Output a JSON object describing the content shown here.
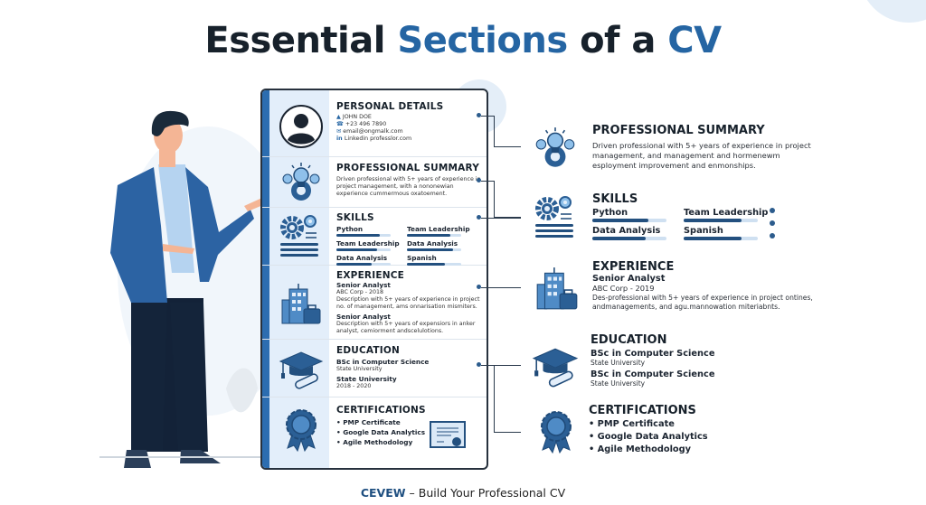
{
  "title": {
    "part1": "Essential ",
    "part2": "Sections",
    "part3": " of a ",
    "part4": "CV"
  },
  "colors": {
    "accent": "#2565a3",
    "dark": "#17212b",
    "navy": "#23507f",
    "light": "#e3eefa"
  },
  "card": {
    "personal": {
      "heading": "PERSONAL DETAILS",
      "name": "JOHN DOE",
      "phone": "+23 496 7890",
      "email": "email@ongmalk.com",
      "linkedin": "Linkedin professlor.com",
      "icon": "user-avatar-icon"
    },
    "summary": {
      "heading": "PROFESSIONAL SUMMARY",
      "text": "Driven professional with 5+ years of experience in project management, with a nononewian experience cummermous oxatoement.",
      "icon": "lightbulb-gear-icon"
    },
    "skills": {
      "heading": "SKILLS",
      "items": [
        {
          "label": "Python",
          "level": 0.8
        },
        {
          "label": "Team Leadership",
          "level": 0.8
        },
        {
          "label": "Team Leadership",
          "level": 0.75
        },
        {
          "label": "Data Analysis",
          "level": 0.85
        },
        {
          "label": "Data Analysis",
          "level": 0.65
        },
        {
          "label": "Spanish",
          "level": 0.7
        }
      ],
      "icon": "gears-icon"
    },
    "experience": {
      "heading": "EXPERIENCE",
      "jobs": [
        {
          "title": "Senior Analyst",
          "company": "ABC Corp - 2018",
          "desc": "Description with 5+ years of experience in project no. of management, ams onnarisation mismiters."
        },
        {
          "title": "Senior Analyst",
          "desc": "Description with 5+ years of expensiors in anker analyst, cemiorment andscelulotions."
        }
      ],
      "icon": "office-building-icon"
    },
    "education": {
      "heading": "EDUCATION",
      "degree": "BSc in Computer Science",
      "school": "State University",
      "school2": "State University",
      "years": "2018 - 2020",
      "icon": "graduation-cap-icon"
    },
    "certifications": {
      "heading": "CERTIFICATIONS",
      "items": [
        "• PMP Certificate",
        "• Google Data Analytics",
        "• Agile Methodology"
      ],
      "icon": "award-ribbon-icon"
    }
  },
  "panel": {
    "summary": {
      "heading": "PROFESSIONAL SUMMARY",
      "text": "Driven professional with 5+ years of experience in project management, and management and hormenewm esployment improvement and enmonships."
    },
    "skills": {
      "heading": "SKILLS",
      "items": [
        {
          "label": "Python",
          "level": 0.75
        },
        {
          "label": "Team Leadership",
          "level": 0.78
        },
        {
          "label": "Data Analysis",
          "level": 0.72
        },
        {
          "label": "Spanish",
          "level": 0.78
        }
      ]
    },
    "experience": {
      "heading": "EXPERIENCE",
      "title": "Senior Analyst",
      "company": "ABC Corp - 2019",
      "desc": "Des-professional with 5+ years of experience in project ontines, andmanagements, and agu.mannowation miteriabnts."
    },
    "education": {
      "heading": "EDUCATION",
      "items": [
        {
          "degree": "BSc in Computer Science",
          "school": "State University"
        },
        {
          "degree": "BSc in Computer Science",
          "school": "State University"
        }
      ]
    },
    "certifications": {
      "heading": "CERTIFICATIONS",
      "items": [
        "• PMP Certificate",
        "• Google Data Analytics",
        "• Agile Methodology"
      ]
    }
  },
  "footer": {
    "brand": "CEVEW",
    "tagline": " – Build Your Professional CV"
  }
}
